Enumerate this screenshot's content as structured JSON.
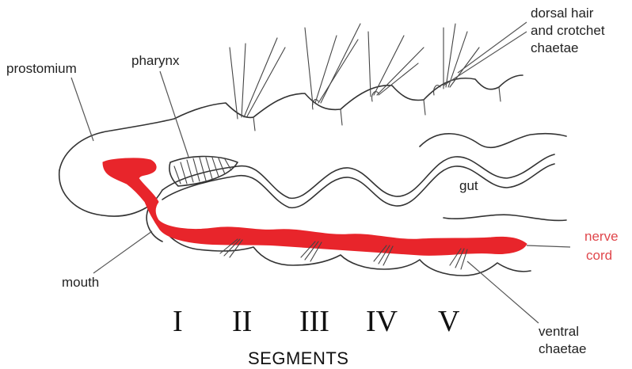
{
  "labels": {
    "prostomium": "prostomium",
    "pharynx": "pharynx",
    "dorsal_line1": "dorsal hair",
    "dorsal_line2": "and crotchet",
    "dorsal_line3": "chaetae",
    "gut": "gut",
    "nerve_line1": "nerve",
    "nerve_line2": "cord",
    "mouth": "mouth",
    "ventral_line1": "ventral",
    "ventral_line2": "chaetae"
  },
  "segments": {
    "numerals": [
      "I",
      "II",
      "III",
      "IV",
      "V"
    ],
    "title": "SEGMENTS"
  },
  "colors": {
    "nerve_cord": "#e8252b",
    "nerve_label": "#e0474c",
    "outline": "#333333"
  }
}
